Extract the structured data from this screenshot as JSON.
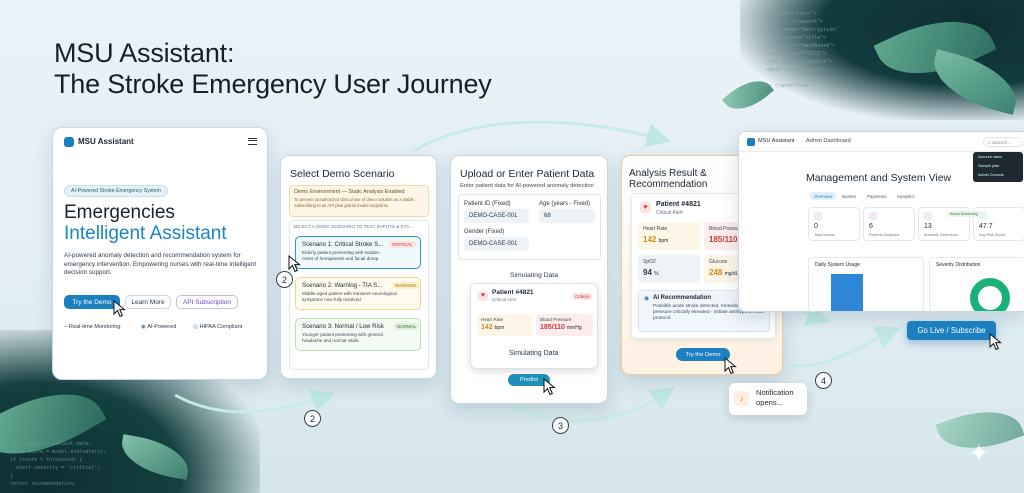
{
  "page": {
    "title_line1": "MSU Assistant:",
    "title_line2": "The Stroke Emergency User Journey"
  },
  "phone": {
    "brand": "MSU Assistant",
    "badge": "AI-Powered Stroke Emergency System",
    "headline1": "Emergencies",
    "headline2": "Intelligent Assistant",
    "description": "AI-powered anomaly detection and recommendation system for emergency intervention. Empowering nurses with real-time intelligent decision support.",
    "buttons": [
      "Try the Demo",
      "Learn More",
      "API Subscription"
    ],
    "features": [
      "Real-time Monitoring",
      "AI-Powered",
      "HIPAA Compliant"
    ]
  },
  "scenario": {
    "title": "Select Demo Scenario",
    "notice_title": "Demo Environment — Static Analysis Enabled",
    "notice_body": "To prevent unauthorized clinical use of demo solution as a stable. Subscribing to an API plan grants model endpoints.",
    "section_label": "SELECT A DEMO SCENARIO TO TEST (INPUTS & STA...",
    "items": [
      {
        "title": "Scenario 1: Critical Stroke S...",
        "tag": "CRITICAL",
        "desc": "Elderly patient presenting with sudden onset of hemiparesis and facial droop."
      },
      {
        "title": "Scenario 2: Warning - TIA S...",
        "tag": "WARNING",
        "desc": "Middle-aged patient with transient neurological symptoms now fully resolved."
      },
      {
        "title": "Scenario 3: Normal / Low Risk",
        "tag": "NORMAL",
        "desc": "Younger patient presenting with general headache and normal vitals."
      }
    ]
  },
  "upload": {
    "title": "Upload or Enter Patient Data",
    "subtitle": "Enter patient data for AI-powered anomaly detection",
    "patient_id_label": "Patient ID (Fixed)",
    "patient_id_value": "DEMO-CASE-001",
    "age_label": "Age (years - Fixed)",
    "age_value": "68",
    "gender_label": "Gender (Fixed)",
    "gender_value": "DEMO-CASE-001",
    "simulating": "Simulating Data",
    "card_patient": "Patient #4821",
    "card_alert": "Critical Alert",
    "card_tag": "Critical",
    "hr_label": "Heart Rate",
    "hr_value": "142",
    "hr_unit": "bpm",
    "bp_label": "Blood Pressure",
    "bp_value": "185/110",
    "bp_unit": "mmHg",
    "simulating2": "Simulating Data",
    "predict": "Predict"
  },
  "analysis": {
    "title": "Analysis Result & Recommendation",
    "patient": "Patient #4821",
    "alert": "Critical Alert",
    "tag": "Critical",
    "vitals": [
      {
        "label": "Heart Rate",
        "value": "142",
        "unit": "bpm",
        "color": "#d08a1c"
      },
      {
        "label": "Blood Pressure",
        "value": "185/110",
        "unit": "mmHg",
        "color": "#c83a3a"
      },
      {
        "label": "SpO2",
        "value": "94",
        "unit": "%",
        "color": "#2a3a4a"
      },
      {
        "label": "Glucose",
        "value": "248",
        "unit": "mg/dL",
        "color": "#d08a1c"
      }
    ],
    "rec_title": "AI Recommendation",
    "rec_body": "Possible acute stroke detected. Immediate CT scan pressure critically elevated - initiate antihypertensive protocol.",
    "button": "Try the Demo"
  },
  "notification": {
    "text": "Notification opens..."
  },
  "admin": {
    "brand": "MSU Assistant",
    "nav": "Admin Dashboard",
    "search": "Search...",
    "title": "Management and System View",
    "tabs": [
      "Overview",
      "Nurses",
      "Payments",
      "Analytics"
    ],
    "stats": [
      {
        "value": "0",
        "label": "Total Nurses"
      },
      {
        "value": "6",
        "label": "Patients Analyzed"
      },
      {
        "value": "13",
        "label": "Anomaly Detections"
      },
      {
        "value": "47.7",
        "label": "Avg Risk Score"
      }
    ],
    "stat_badge": "Active Monitoring",
    "chart1": "Daily System Usage",
    "chart2": "Severity Distribution",
    "menu": [
      "Account name",
      "Sample plan",
      "Admin Console"
    ]
  },
  "cta": {
    "text": "Go Live / Subscribe"
  },
  "steps": [
    "2",
    "2",
    "3",
    "4"
  ],
  "code_lines": [
    "<div class=\"start\">",
    "  <meta...\"viewport\">",
    "  <meta name=\"description\"",
    "  <meta class=\"title\">",
    "  <div class=\"dashboard\">",
    "  <meta class=\"TiTLE\">",
    "  <div class=\"viewport\">",
    "  <meta class=\"title\">",
    "",
    "<div class=\"flow\">"
  ],
  "code_bottom": [
    "anx.predict = patient.data;",
    "const score = model.evaluate(x);",
    "if (score > threshold) {",
    "  alert.severity = 'critical';",
    "}",
    "return recommendation;"
  ]
}
